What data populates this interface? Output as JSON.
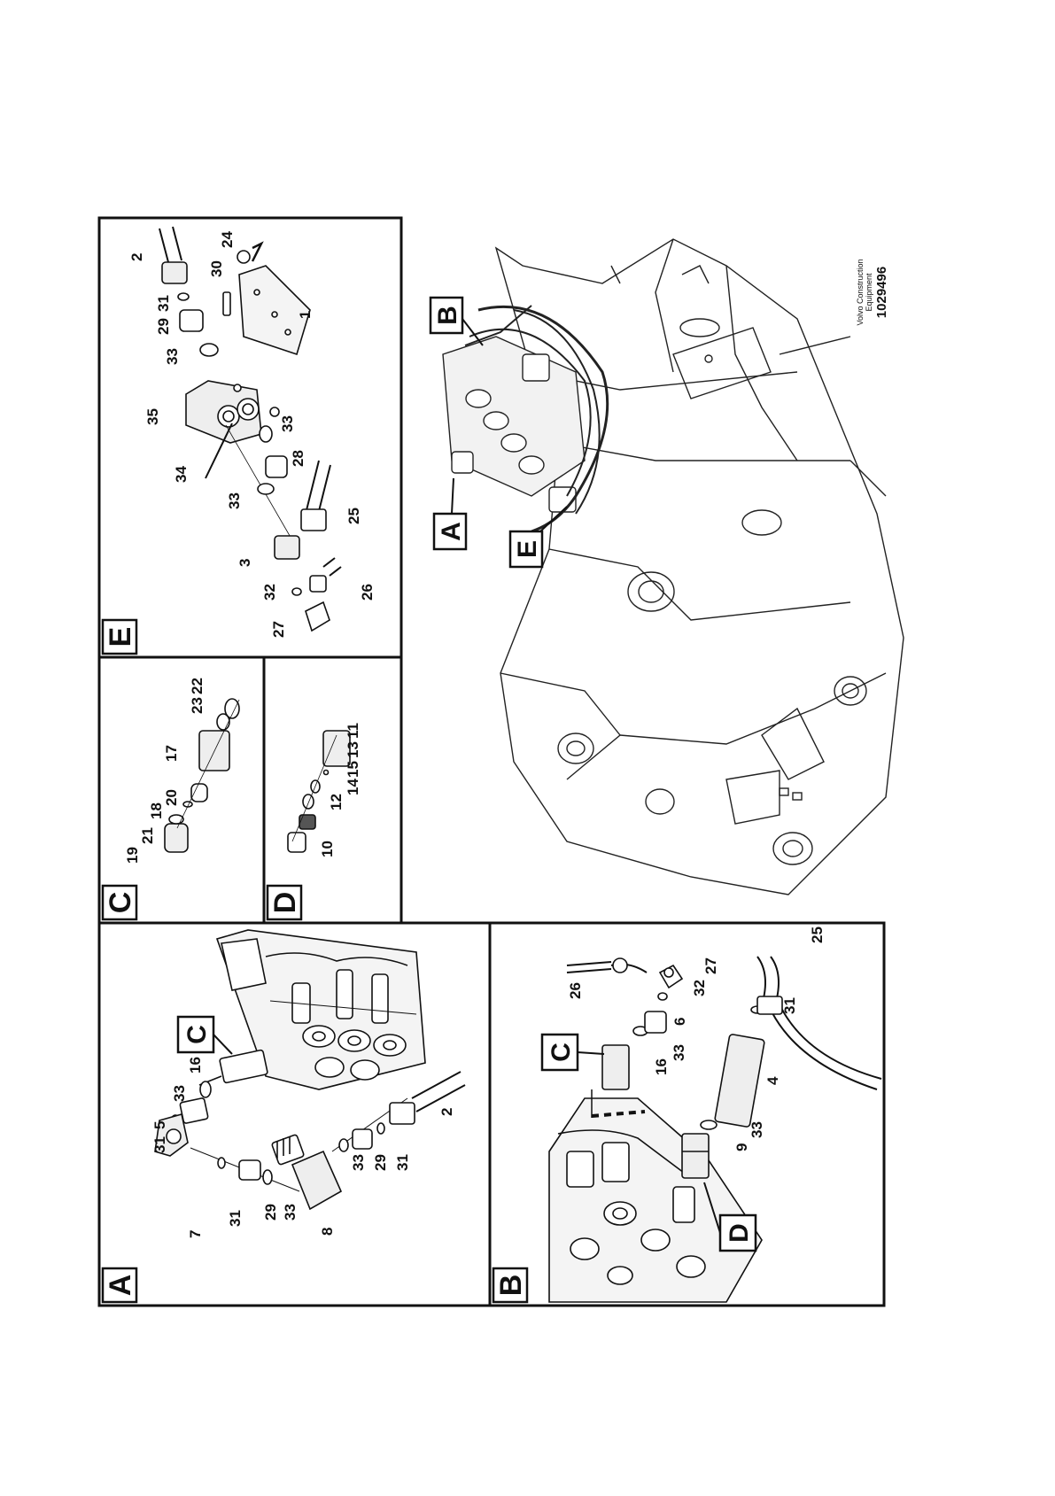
{
  "panels": {
    "A": {
      "letter": "A",
      "callout_letter": "C",
      "labels": {
        "l7": "7",
        "l31a": "31",
        "l5": "5",
        "l33a": "33",
        "l16": "16",
        "l31b": "31",
        "l29a": "29",
        "l33b": "33",
        "l8": "8",
        "l33c": "33",
        "l29b": "29",
        "l31c": "31",
        "l2": "2"
      }
    },
    "B": {
      "letter": "B",
      "callout_c": "C",
      "callout_d": "D",
      "labels": {
        "l26": "26",
        "l27": "27",
        "l32": "32",
        "l6": "6",
        "l33a": "33",
        "l16": "16",
        "l31": "31",
        "l25": "25",
        "l4": "4",
        "l33b": "33",
        "l9": "9"
      }
    },
    "C": {
      "letter": "C",
      "labels": {
        "l19": "19",
        "l21": "21",
        "l18": "18",
        "l20": "20",
        "l17": "17",
        "l23": "23",
        "l22": "22"
      }
    },
    "D": {
      "letter": "D",
      "labels": {
        "l10": "10",
        "l12": "12",
        "l14": "14",
        "l15": "15",
        "l13": "13",
        "l11": "11"
      }
    },
    "E": {
      "letter": "E",
      "labels": {
        "l2": "2",
        "l24": "24",
        "l30": "30",
        "l31": "31",
        "l29": "29",
        "l1": "1",
        "l33a": "33",
        "l35": "35",
        "l33b": "33",
        "l34": "34",
        "l28": "28",
        "l33c": "33",
        "l25": "25",
        "l3": "3",
        "l32": "32",
        "l26": "26",
        "l27": "27"
      }
    }
  },
  "overview": {
    "callouts": {
      "a": "A",
      "b": "B",
      "e": "E"
    }
  },
  "credit": {
    "line1": "Volvo Construction",
    "line2": "Equipment",
    "number": "1029496"
  }
}
